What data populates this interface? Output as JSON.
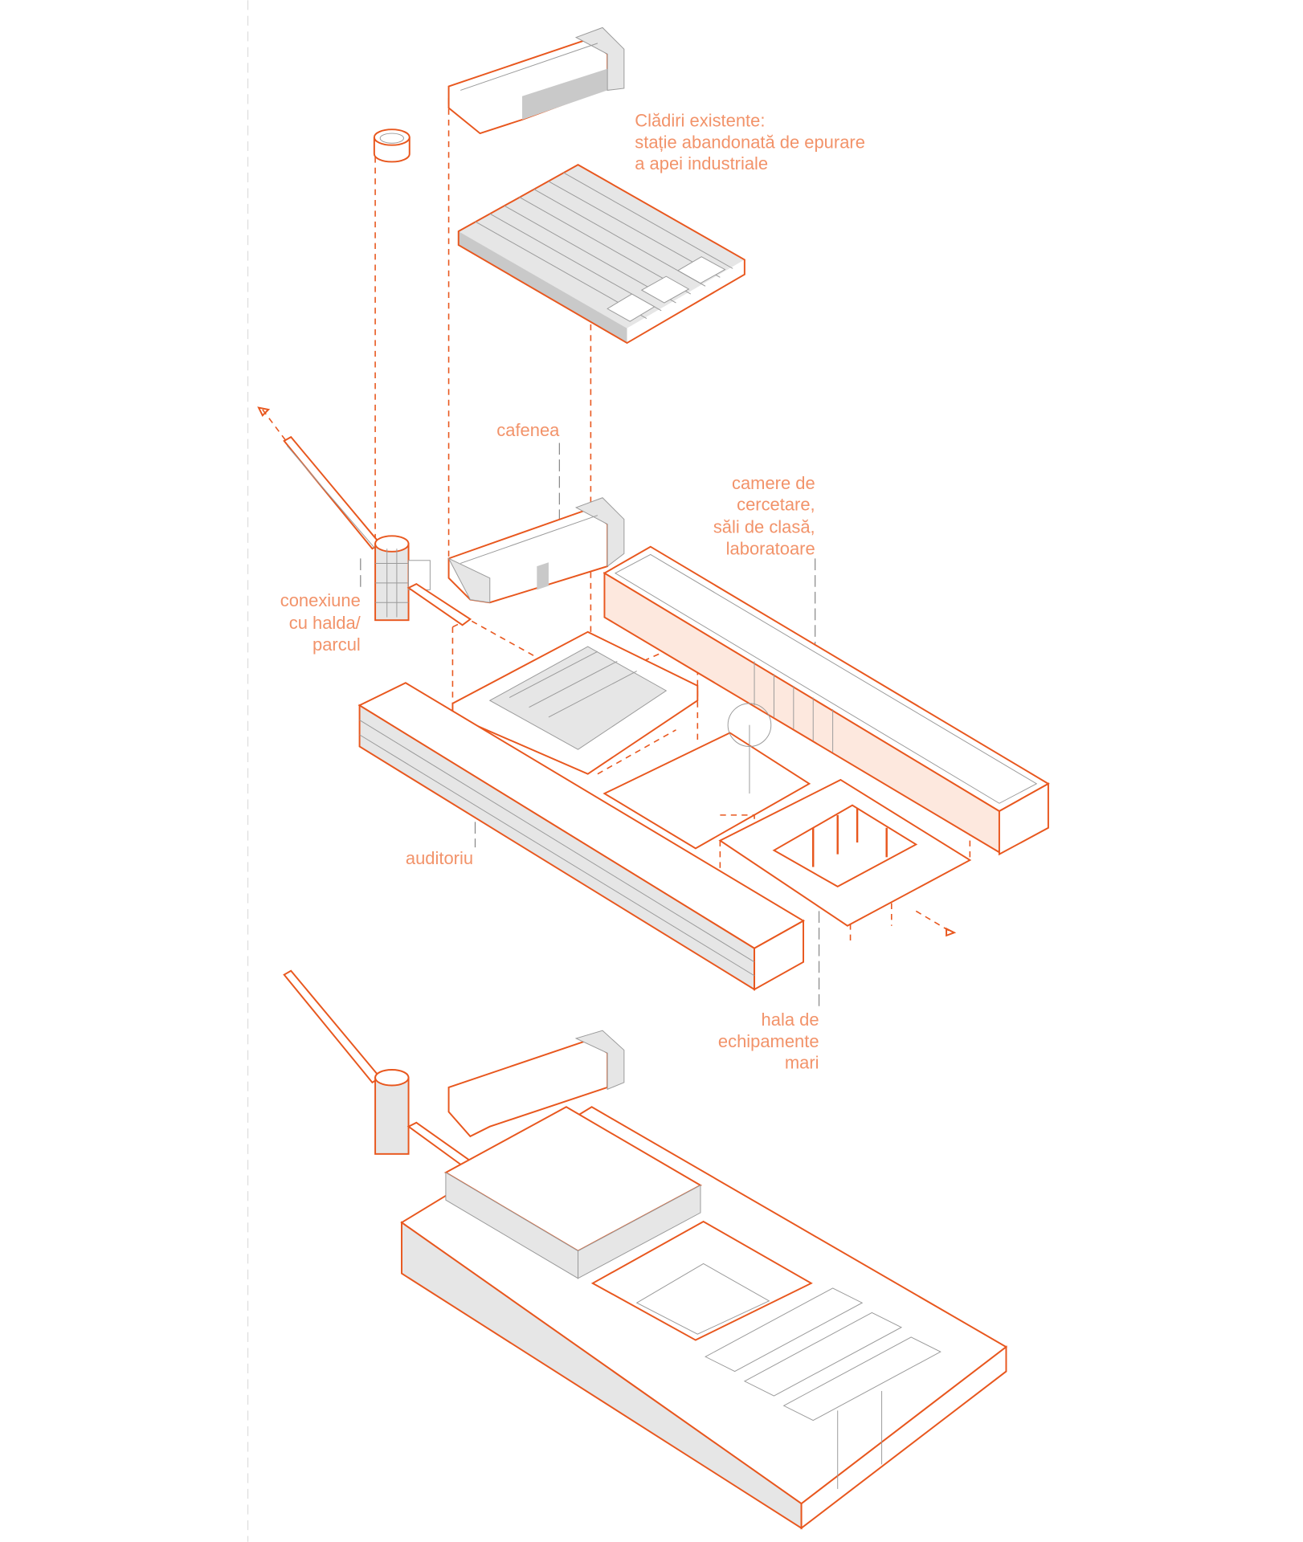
{
  "labels": {
    "existing": [
      "Clădiri existente:",
      "stație abandonată de epurare",
      "a apei industriale"
    ],
    "cafe": "cafenea",
    "research": [
      "camere de",
      "cercetare,",
      "săli de clasă,",
      "laboratoare"
    ],
    "connection": [
      "conexiune",
      "cu halda/",
      "parcul"
    ],
    "auditorium": "auditoriu",
    "hall": [
      "hala de",
      "echipamente",
      "mari"
    ]
  },
  "colors": {
    "accent": "#e8571e",
    "label": "#f2936a",
    "line": "#9a9a9a"
  }
}
